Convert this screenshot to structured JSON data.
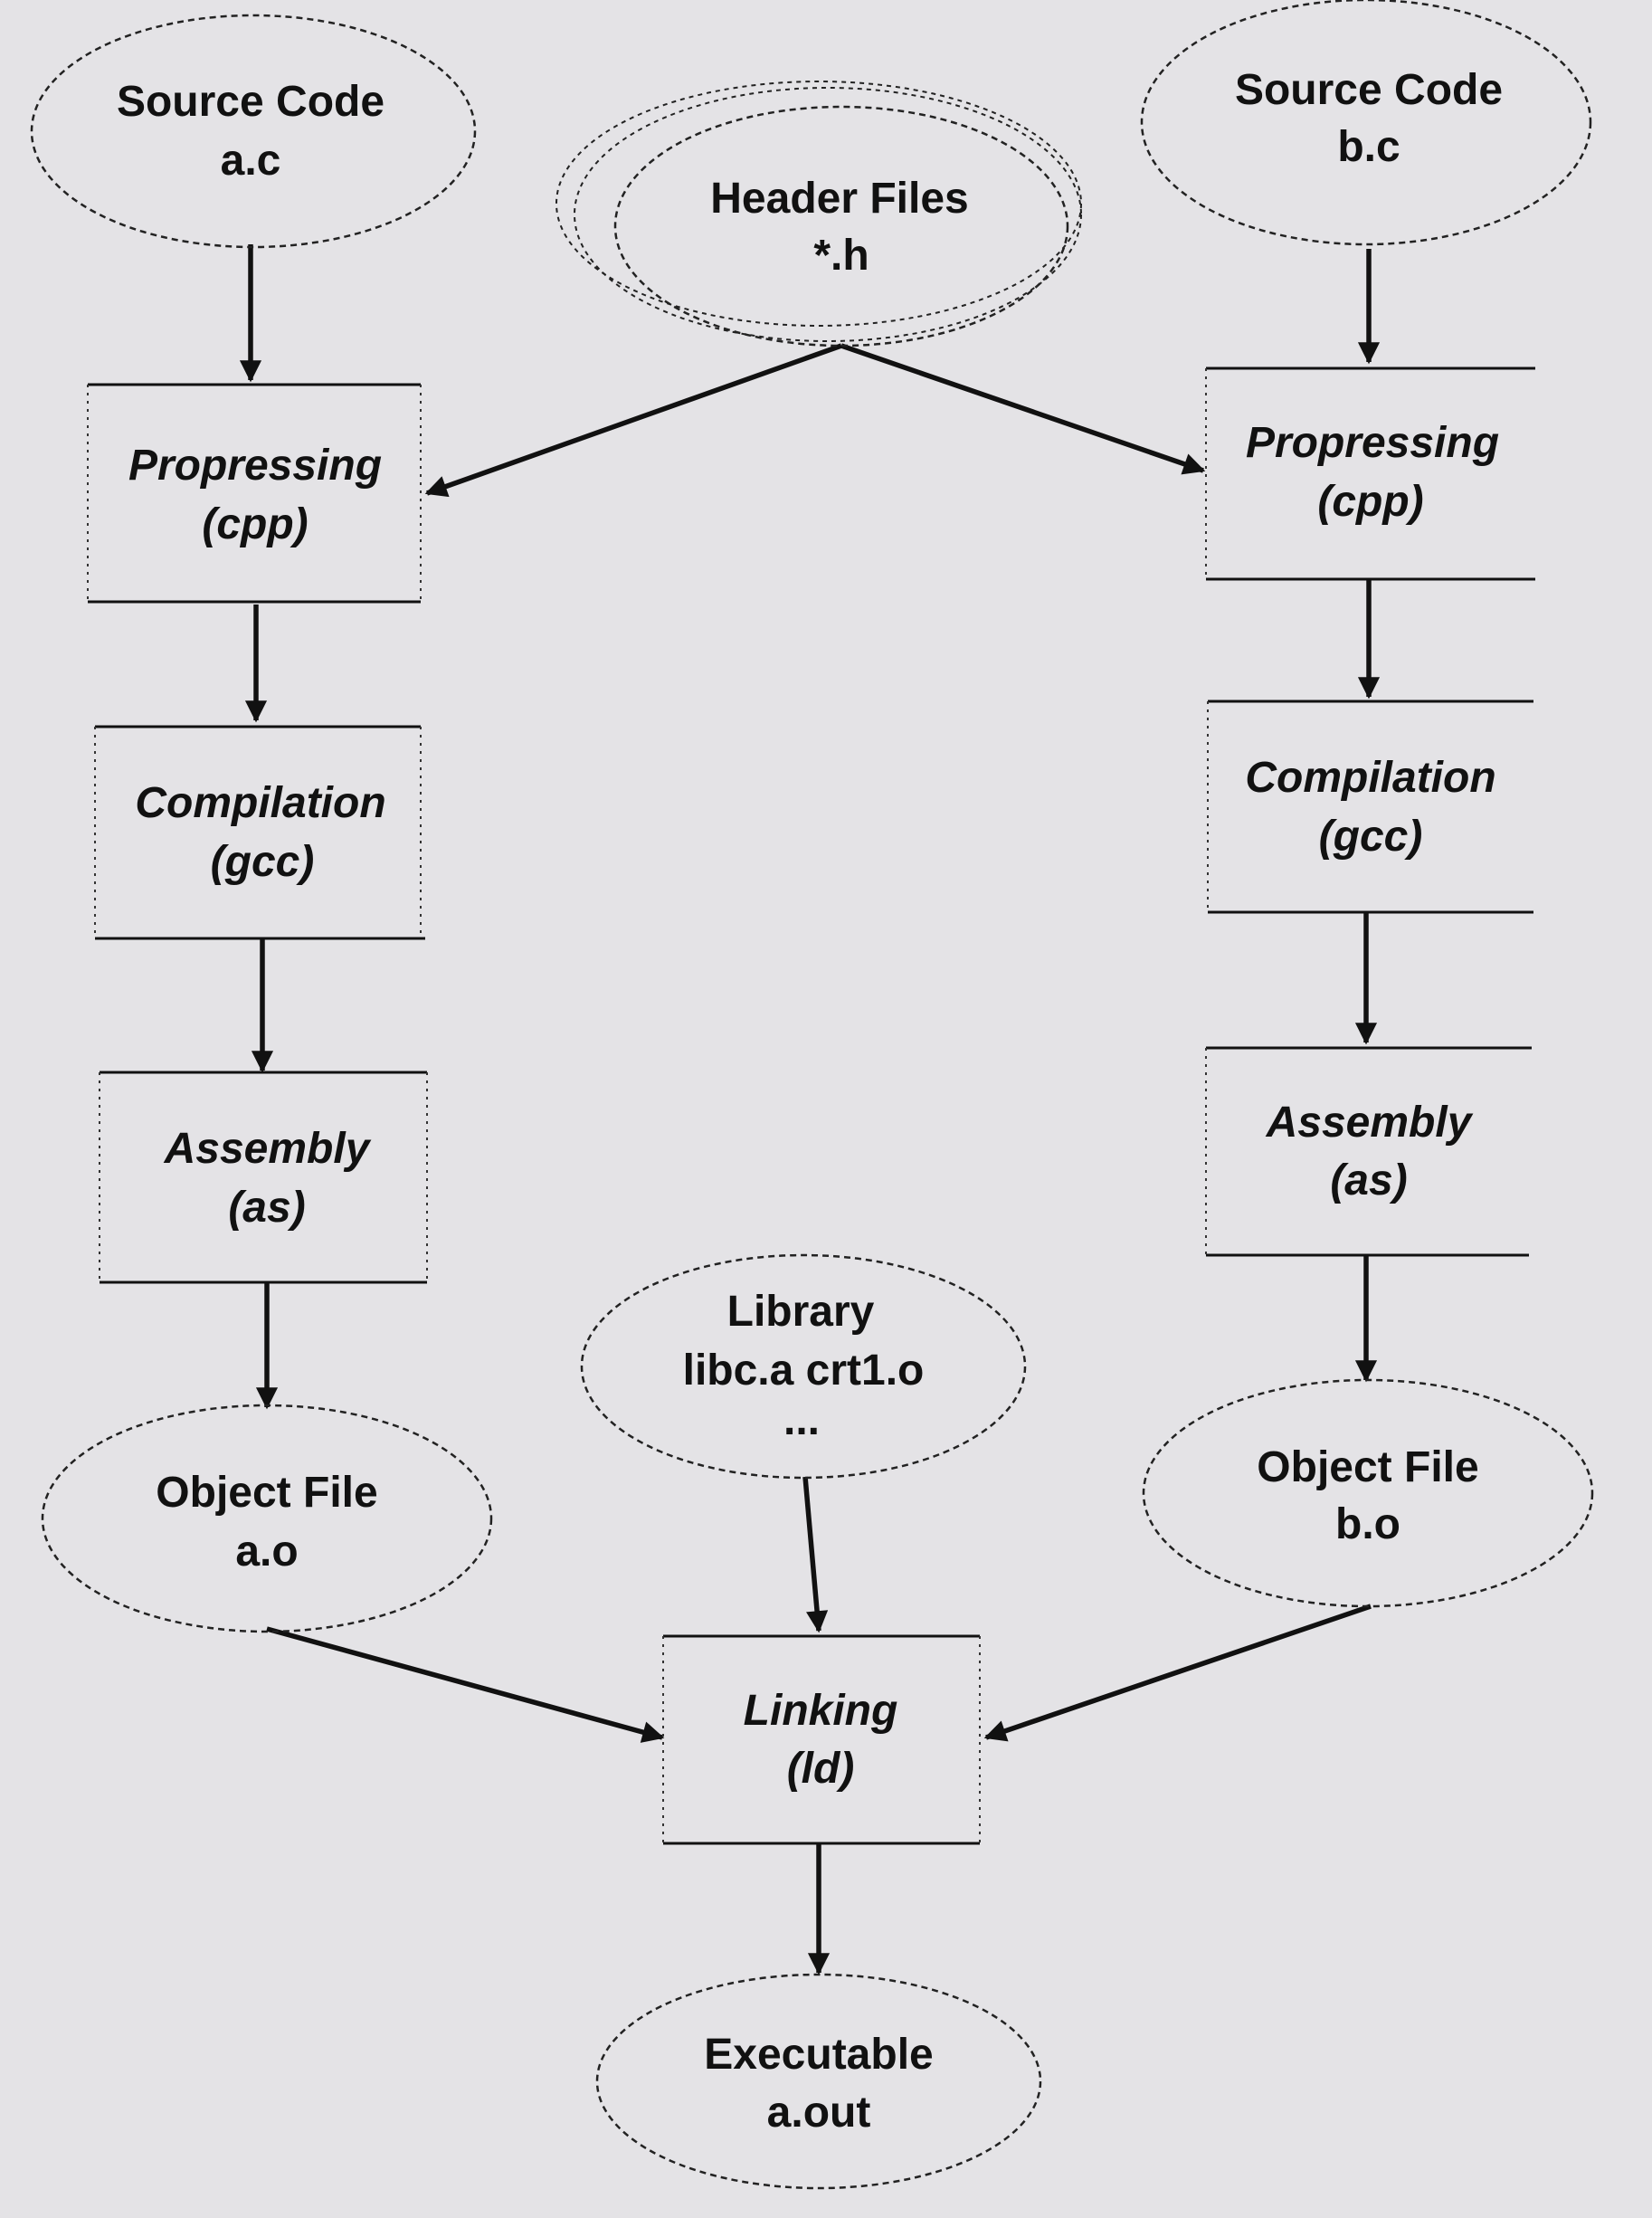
{
  "colors": {
    "background": "#e4e3e6",
    "ink": "#111111"
  },
  "nodes": {
    "source_a": {
      "line1": "Source Code",
      "line2": "a.c"
    },
    "source_b": {
      "line1": "Source Code",
      "line2": "b.c"
    },
    "headers": {
      "line1": "Header Files",
      "line2": "*.h"
    },
    "preproc_a": {
      "line1": "Propressing",
      "line2": "(cpp)"
    },
    "preproc_b": {
      "line1": "Propressing",
      "line2": "(cpp)"
    },
    "compile_a": {
      "line1": "Compilation",
      "line2": "(gcc)"
    },
    "compile_b": {
      "line1": "Compilation",
      "line2": "(gcc)"
    },
    "assembly_a": {
      "line1": "Assembly",
      "line2": "(as)"
    },
    "assembly_b": {
      "line1": "Assembly",
      "line2": "(as)"
    },
    "library": {
      "line1": "Library",
      "line2": "libc.a crt1.o",
      "line3": "..."
    },
    "object_a": {
      "line1": "Object File",
      "line2": "a.o"
    },
    "object_b": {
      "line1": "Object File",
      "line2": "b.o"
    },
    "linking": {
      "line1": "Linking",
      "line2": "(ld)"
    },
    "executable": {
      "line1": "Executable",
      "line2": "a.out"
    }
  }
}
